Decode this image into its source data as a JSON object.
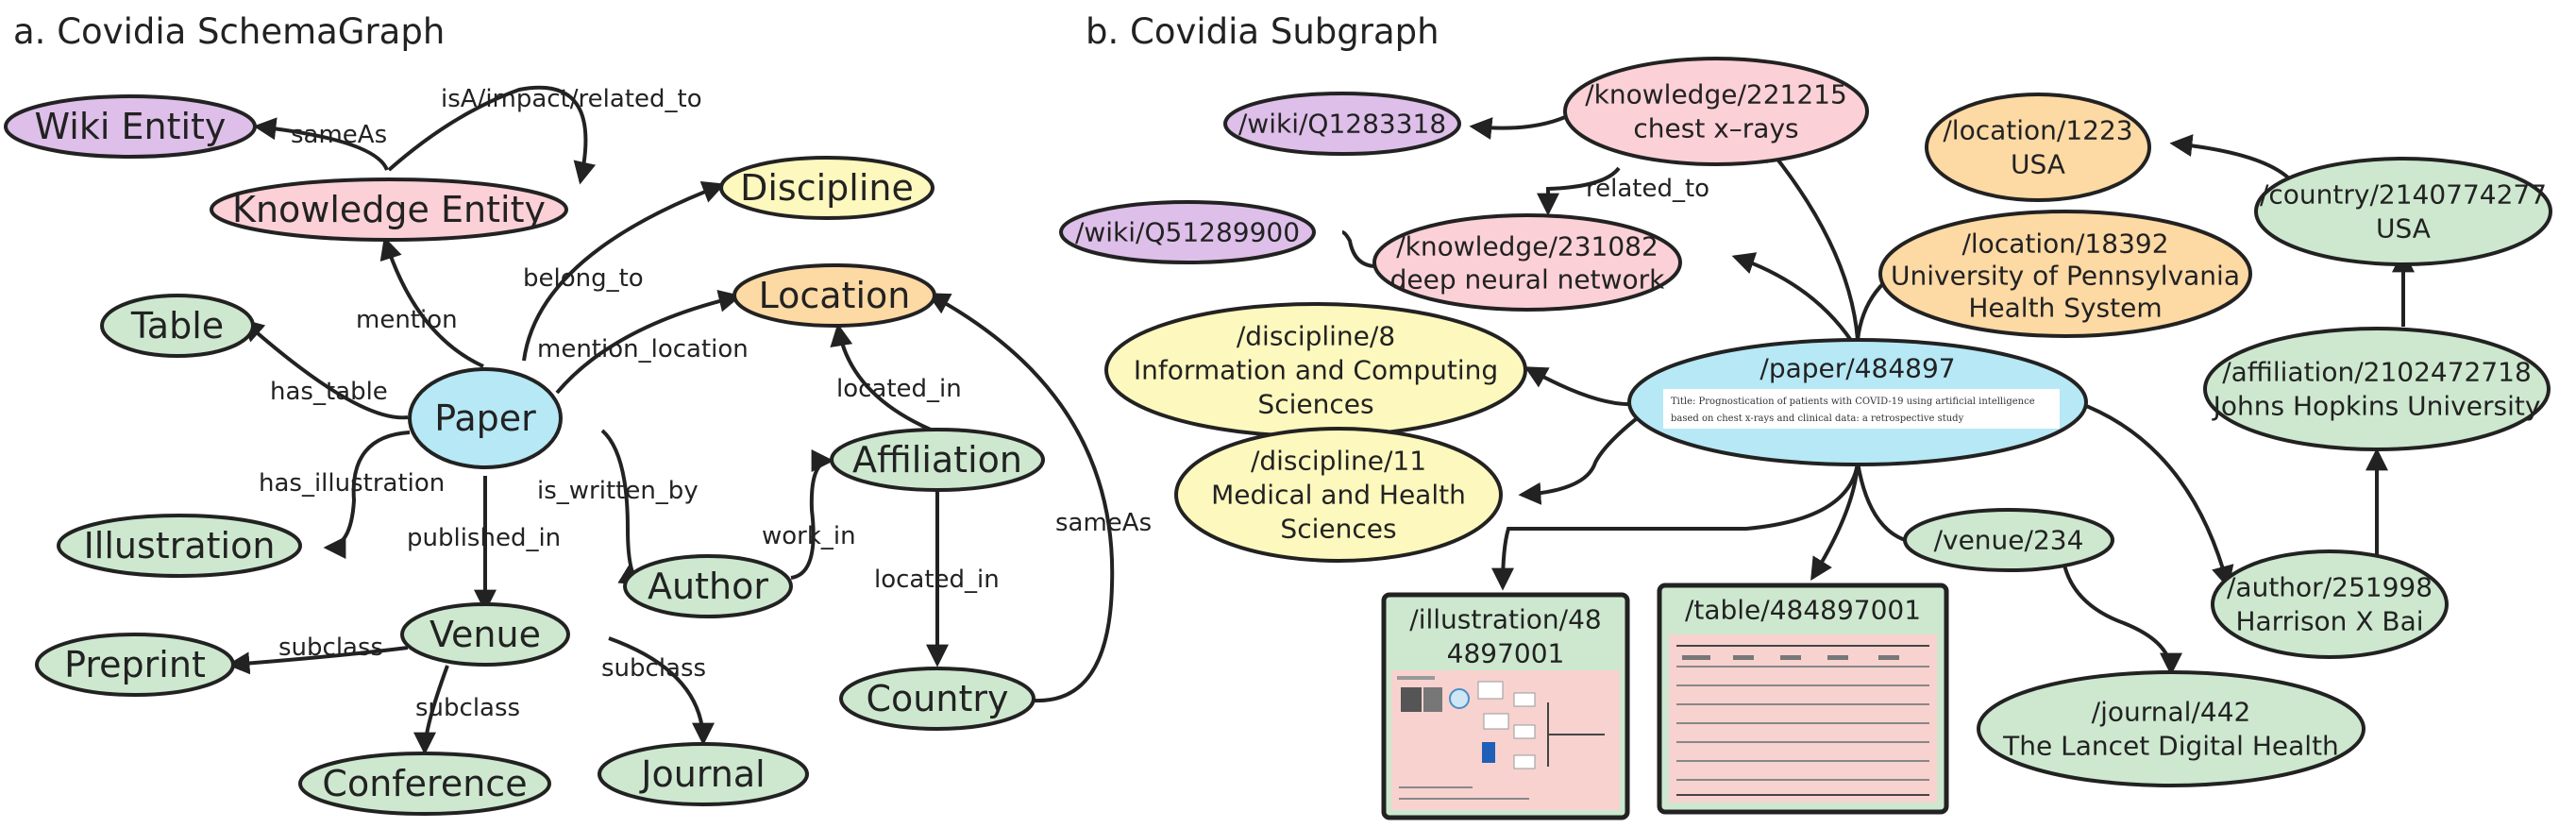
{
  "panels": {
    "a_title": "a. Covidia SchemaGraph",
    "b_title": "b. Covidia Subgraph"
  },
  "schema": {
    "nodes": {
      "wiki_entity": "Wiki Entity",
      "knowledge_entity": "Knowledge Entity",
      "discipline": "Discipline",
      "table": "Table",
      "location": "Location",
      "paper": "Paper",
      "affiliation": "Affiliation",
      "illustration": "Illustration",
      "author": "Author",
      "venue": "Venue",
      "preprint": "Preprint",
      "country": "Country",
      "conference": "Conference",
      "journal": "Journal"
    },
    "edges": {
      "sameas_wiki": "sameAs",
      "isa_impact": "isA/impact/related_to",
      "mention": "mention",
      "belong_to": "belong_to",
      "mention_location": "mention_location",
      "has_table": "has_table",
      "located_in_aff": "located_in",
      "has_illustration": "has_illustration",
      "is_written_by": "is_written_by",
      "published_in": "published_in",
      "work_in": "work_in",
      "located_in_country": "located_in",
      "sameas_country": "sameAs",
      "subclass_preprint": "subclass",
      "subclass_conference": "subclass",
      "subclass_journal": "subclass"
    }
  },
  "subgraph": {
    "nodes": {
      "wiki_q1283318": "/wiki/Q1283318",
      "knowledge_221215_id": "/knowledge/221215",
      "knowledge_221215_name": "chest x–rays",
      "location_1223_id": "/location/1223",
      "location_1223_name": "USA",
      "wiki_q51289900": "/wiki/Q51289900",
      "knowledge_231082_id": "/knowledge/231082",
      "knowledge_231082_name": "deep neural network",
      "location_18392_id": "/location/18392",
      "location_18392_name1": "University of Pennsylvania",
      "location_18392_name2": "Health System",
      "country_id": "/country/2140774277",
      "country_name": "USA",
      "discipline_8_id": "/discipline/8",
      "discipline_8_name1": "Information and Computing",
      "discipline_8_name2": "Sciences",
      "paper_id": "/paper/484897",
      "paper_strip1": "Title: Prognostication of patients with COVID-19 using artificial intelligence",
      "paper_strip2": "based on chest x-rays and clinical data: a retrospective study",
      "affiliation_id": "/affiliation/2102472718",
      "affiliation_name": "Johns Hopkins University",
      "discipline_11_id": "/discipline/11",
      "discipline_11_name1": "Medical and Health",
      "discipline_11_name2": "Sciences",
      "venue_id": "/venue/234",
      "author_id": "/author/251998",
      "author_name": "Harrison X Bai",
      "illustration_id1": "/illustration/48",
      "illustration_id2": "4897001",
      "table_id": "/table/484897001",
      "journal_id": "/journal/442",
      "journal_name": "The Lancet Digital Health"
    },
    "edges": {
      "related_to": "related_to"
    }
  }
}
